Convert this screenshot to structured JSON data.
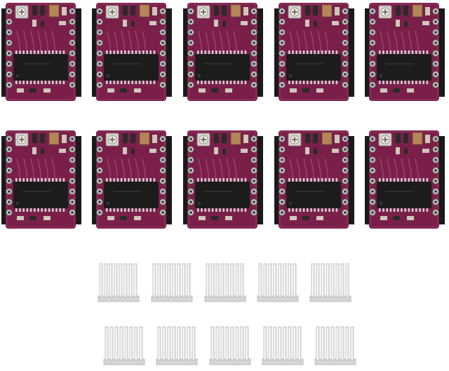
{
  "scene": {
    "boards": {
      "rows": 2,
      "columns": 5,
      "count": 10,
      "pcb_color": "#7a1f4a",
      "chip_color": "#1c1c1c"
    },
    "heatsinks": {
      "rows": 2,
      "columns": 5,
      "count": 10,
      "color": "#e8e8ea"
    }
  }
}
